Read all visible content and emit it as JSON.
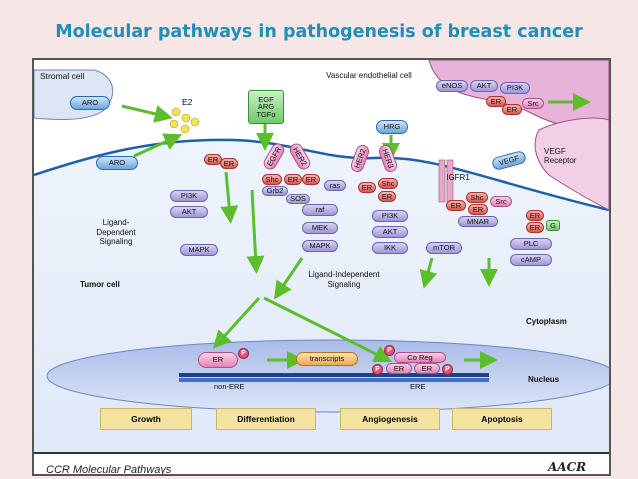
{
  "title": "Molecular pathways in pathogenesis of breast cancer",
  "labels": {
    "stromal_cell": "Stromal cell",
    "vascular_endothelial_cell": "Vascular endothelial cell",
    "tumor_cell": "Tumor cell",
    "cytoplasm": "Cytoplasm",
    "nucleus": "Nucleus",
    "ligand_dependent": "Ligand-Dependent Signaling",
    "ligand_independent": "Ligand-Independent Signaling",
    "e2": "E2",
    "vegf_receptor": "VEGF Receptor"
  },
  "nodes": {
    "aro_stromal": "ARO",
    "aro_tumor": "ARO",
    "egf": "EGF",
    "arg": "ARG",
    "tgfa": "TGFα",
    "hrg": "HRG",
    "enos": "eNOS",
    "akt_vasc": "AKT",
    "pi3k_vasc": "PI3K",
    "er_vasc1": "ER",
    "er_vasc2": "ER",
    "src_vasc": "Src",
    "vegf": "VEGF",
    "er_mem1": "ER",
    "er_mem2": "ER",
    "egfr": "EGFR",
    "her2_a": "HER2",
    "her2_b": "HER2",
    "her3": "HER3",
    "shc1": "Shc",
    "er_shc1": "ER",
    "er_shc1b": "ER",
    "grb2": "Grb2",
    "sos": "SOS",
    "ras": "ras",
    "raf": "raf",
    "mek": "MEK",
    "mapk_mid": "MAPK",
    "er_her": "ER",
    "shc2": "Shc",
    "er_her_b": "ER",
    "pi3k_mid": "PI3K",
    "akt_mid": "AKT",
    "ikk": "IKK",
    "mtor": "mTOR",
    "igfr1": "IGFR1",
    "shc3": "Shc",
    "src3": "Src",
    "er_igf1": "ER",
    "er_igf2": "ER",
    "mnar": "MNAR",
    "er_g1": "ER",
    "er_g2": "ER",
    "g": "G",
    "plc": "PLC",
    "camp": "cAMP",
    "pi3k_left": "PI3K",
    "akt_left": "AKT",
    "mapk_left": "MAPK",
    "er_nuc": "ER",
    "p1": "P",
    "transcripts": "transcripts",
    "p2": "P",
    "co_reg": "Co Reg",
    "p3": "P",
    "er_nuc2": "ER",
    "er_nuc3": "ER",
    "p4": "P"
  },
  "dna": {
    "non_ere": "non-ERE",
    "ere": "ERE"
  },
  "outcomes": [
    "Growth",
    "Differentiation",
    "Angiogenesis",
    "Apoptosis"
  ],
  "footer": {
    "left": "CCR Molecular Pathways",
    "logo": "AACR"
  },
  "colors": {
    "title": "#1f8fb8",
    "arrow": "#5cbf2a",
    "membrane": "#1e5fa8",
    "nucleus_fill": "#c9d4f0",
    "outcome_fill": "#f5e3a0",
    "cytoplasm_fill": "#e8f0fb"
  }
}
